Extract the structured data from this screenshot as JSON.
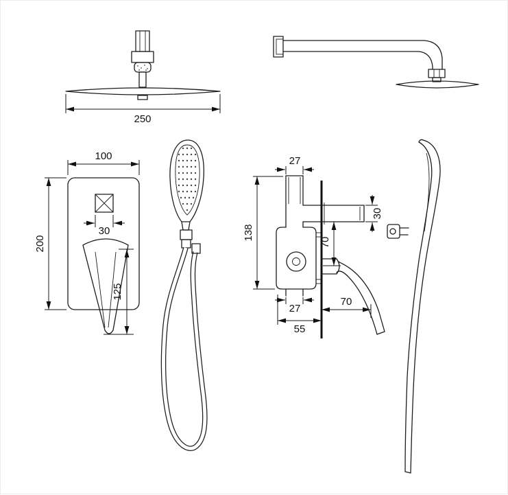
{
  "drawing": {
    "kind": "shower-set-dimension-drawing",
    "dims": {
      "head_width": "250",
      "plate_width": "100",
      "plate_height": "200",
      "diverter_size": "30",
      "handle_length": "125",
      "valve_top_pipe": "27",
      "valve_height": "138",
      "spout_diameter": "30",
      "spout_to_handle": "70",
      "valve_bottom_pipe": "27",
      "valve_depth": "55",
      "handle_reach": "70"
    }
  }
}
